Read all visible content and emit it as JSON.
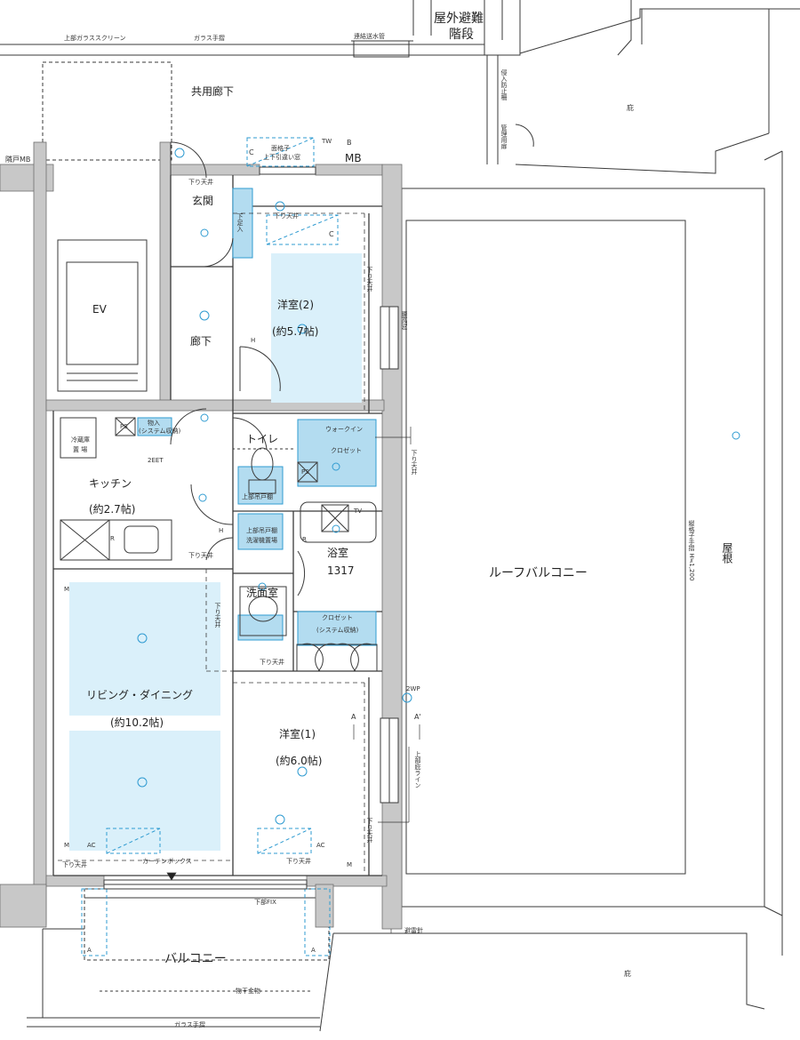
{
  "labels": {
    "outdoor_stairs_1": "屋外避難",
    "outdoor_stairs_2": "階段",
    "upper_glass_screen": "上部ガラススクリーン",
    "glass_handrail_top": "ガラス手摺",
    "connection_pipe": "連結送水管",
    "common_corridor": "共用廊下",
    "intrusion_fence": "侵入防止柵",
    "management_door": "管理用扉",
    "eaves_top": "庇",
    "neighbor_mb": "隣戸MB",
    "lattice_window": "面格子",
    "sliding_window": "上下引違い窓",
    "mb": "MB",
    "tw": "TW",
    "meter_b": "B",
    "meter_c": "C",
    "lowered_ceiling": "下り天井",
    "entrance": "玄関",
    "shoe_box": "下足入",
    "ev": "EV",
    "western_room_2": "洋室(2)",
    "western_room_2_size": "(約5.7帖)",
    "hallway": "廊下",
    "waist_window": "腰高窓",
    "fridge_space_1": "冷蔵庫",
    "fridge_space_2": "置 場",
    "ps": "PS",
    "storage": "物入",
    "system_storage": "(システム収納)",
    "toilet": "トイレ",
    "walk_in_1": "ウォークイン",
    "walk_in_2": "クロゼット",
    "kitchen": "キッチン",
    "kitchen_size": "(約2.7帖)",
    "upper_cabinet": "上部吊戸棚",
    "washer_space": "洗濯機置場",
    "tv": "TV",
    "bathroom": "浴室",
    "bathroom_size": "1317",
    "washroom": "洗面室",
    "closet": "クロゼット",
    "roof_balcony": "ルーフバルコニー",
    "roof": "屋根",
    "vertical_handrail": "縦格子手摺 H≒1,200",
    "living_dining": "リビング・ダイニング",
    "living_size": "(約10.2帖)",
    "western_room_1": "洋室(1)",
    "western_room_1_size": "(約6.0帖)",
    "upper_eaves_line": "上部庇ライン",
    "curtain_box": "カーテンボックス",
    "lower_fix": "下部FIX",
    "lightning_rod": "避雷針",
    "balcony": "バルコニー",
    "laundry_hardware": "物干金物",
    "glass_handrail_bottom": "ガラス手摺",
    "eaves_bottom": "庇",
    "section_a": "A",
    "section_a_prime": "A'",
    "ac": "AC",
    "m": "M",
    "h": "H",
    "r": "R",
    "wp": "2WP",
    "eet": "2EET"
  },
  "colors": {
    "wall": "#c8c8c8",
    "wall_stroke": "#6f6f6f",
    "room_light": "#daf0fa",
    "fixture_blue": "#b3dcf0",
    "fixture_stroke": "#2f9bd1",
    "line": "#3a3a3a"
  }
}
